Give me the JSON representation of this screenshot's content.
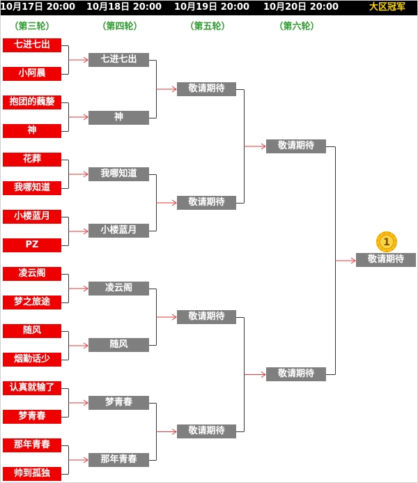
{
  "header": {
    "dates": [
      "10月17日 20:00",
      "10月18日 20:00",
      "10月19日 20:00",
      "10月20日 20:00"
    ],
    "champion_label": "大区冠军"
  },
  "rounds": [
    "（第三轮）",
    "（第四轮）",
    "（第五轮）",
    "（第六轮）"
  ],
  "round3": [
    "七进七出",
    "小阿晨",
    "抱团的蘶嫠",
    "神",
    "花葬",
    "我哪知道",
    "小楼蓝月",
    "PZ",
    "凌云阁",
    "梦之旅途",
    "随风",
    "烟勤话少",
    "认真就输了",
    "梦青春",
    "那年青春",
    "帅到孤独"
  ],
  "round4": [
    "七进七出",
    "神",
    "我哪知道",
    "小楼蓝月",
    "凌云阁",
    "随风",
    "梦青春",
    "那年青春"
  ],
  "round5": [
    "敬请期待",
    "敬请期待",
    "敬请期待",
    "敬请期待"
  ],
  "round6": [
    "敬请期待",
    "敬请期待"
  ],
  "final": "敬请期待",
  "medal": {
    "icon": "gold-medal-icon",
    "number": "1"
  },
  "colors": {
    "header": "#000000",
    "champion": "#ffd800",
    "round_label": "#2e9b2e",
    "team_box": "#ee0000",
    "pending_box": "#7f7f7f",
    "arrow": "#ee3333",
    "connector": "#333333"
  }
}
